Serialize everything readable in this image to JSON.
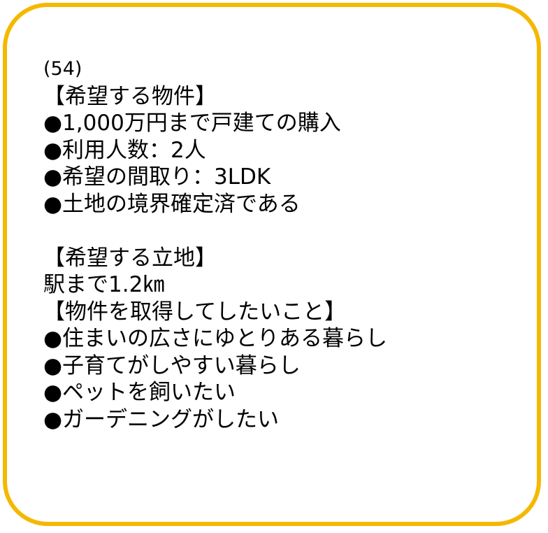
{
  "number": "(54)",
  "section_property": {
    "heading": "【希望する物件】",
    "items": [
      "●1,000万円まで戸建ての購入",
      "●利用人数：2人",
      "●希望の間取り：3LDK",
      "●土地の境界確定済である"
    ]
  },
  "section_location": {
    "heading": "【希望する立地】",
    "detail": "駅まで1.2㎞"
  },
  "section_goals": {
    "heading": "【物件を取得してしたいこと】",
    "items": [
      "●住まいの広さにゆとりある暮らし",
      "●子育てがしやすい暮らし",
      "●ペットを飼いたい",
      "●ガーデニングがしたい"
    ]
  },
  "colors": {
    "border": "#f5b800",
    "text": "#000000",
    "background": "#ffffff"
  }
}
